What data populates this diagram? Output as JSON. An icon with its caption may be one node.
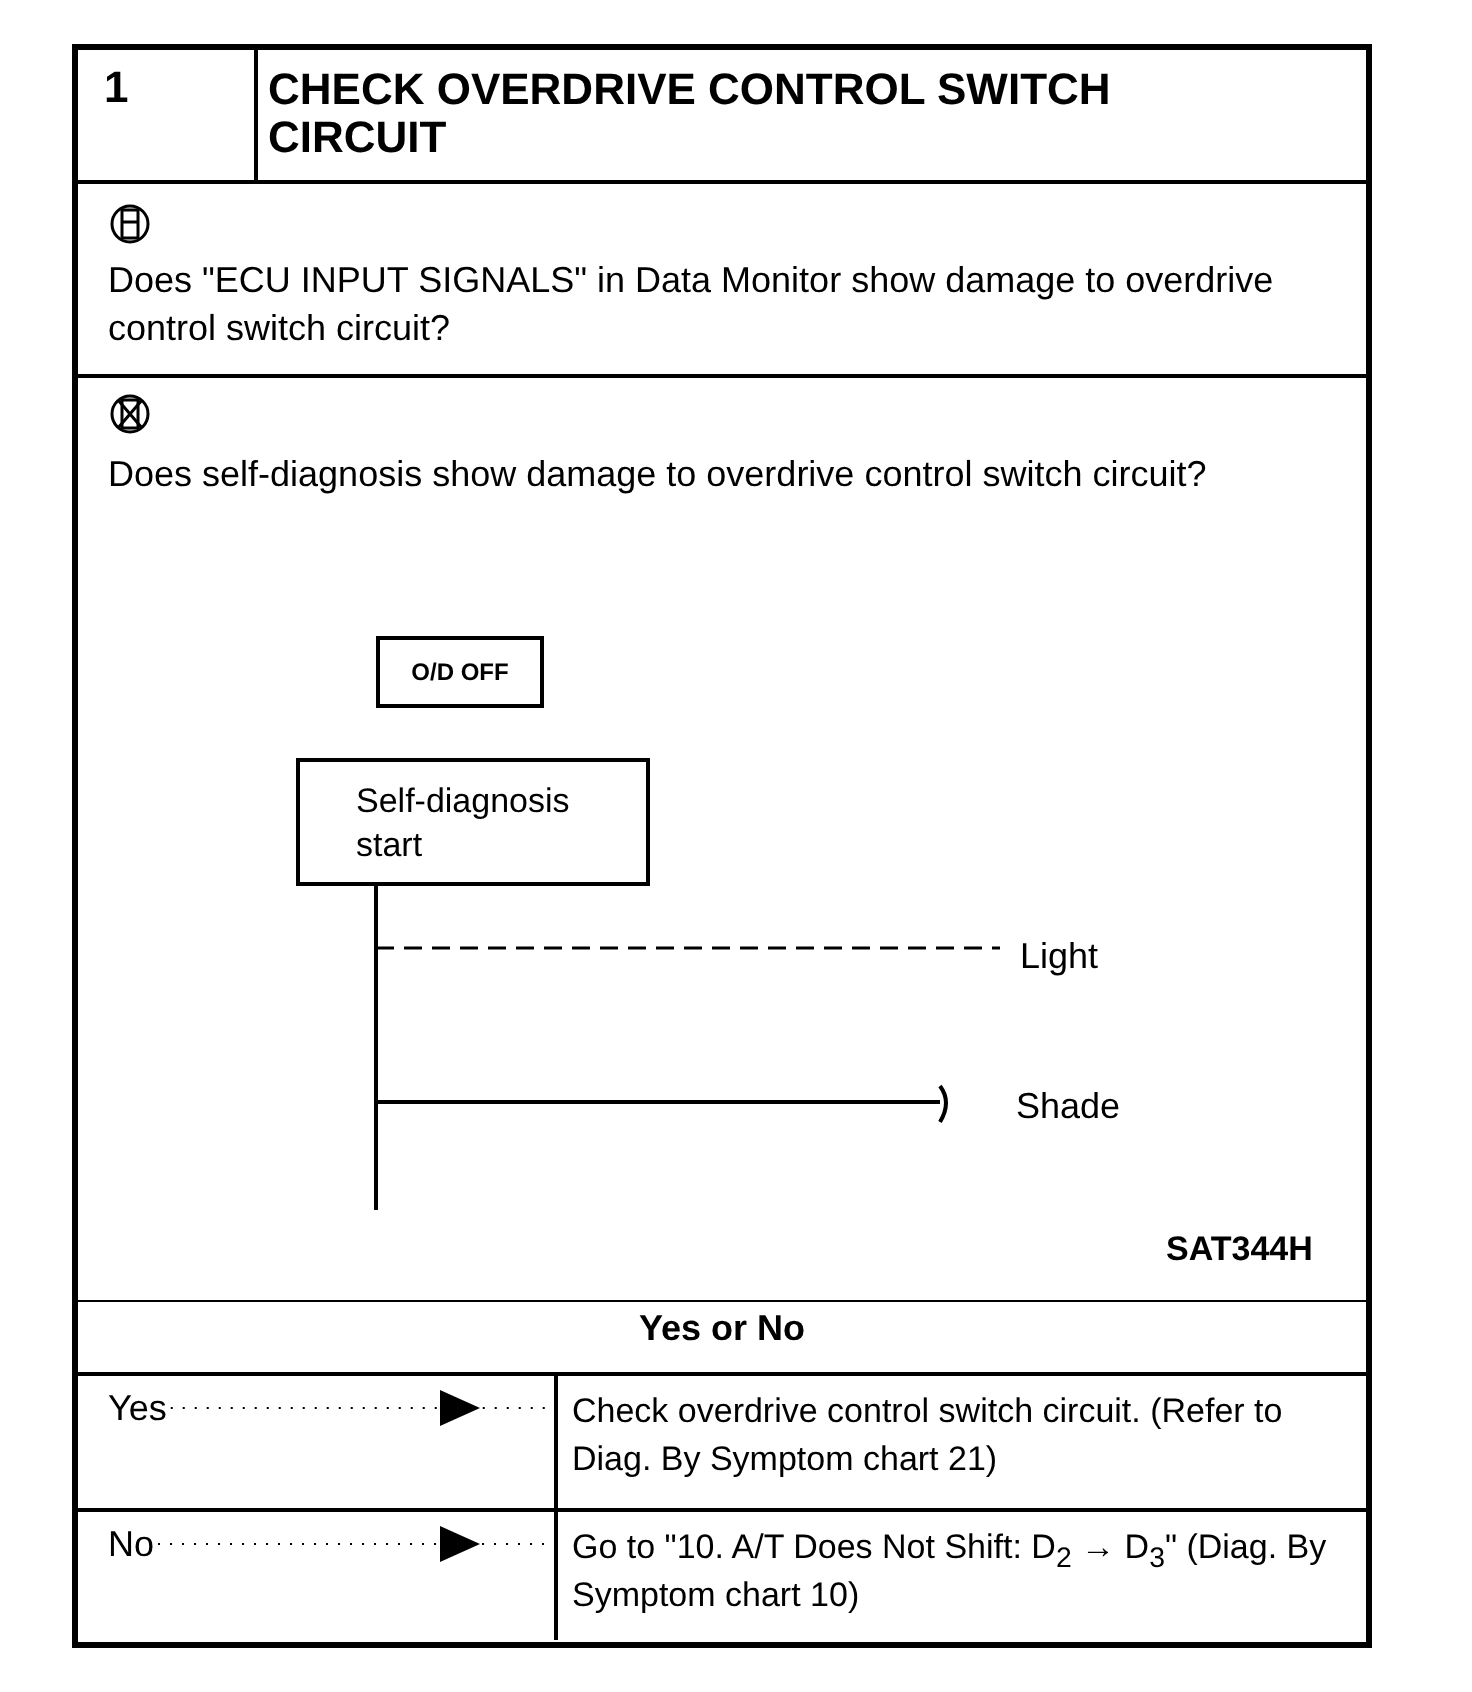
{
  "diagram": {
    "nodes": [
      {
        "text": [
          "O/D OFF"
        ]
      },
      {
        "text": [
          "Self-diagnosis start"
        ]
      },
      {
        "text": [
          "Yes"
        ]
      },
      {
        "text": [
          "Check overdrive control switch circuit. (Refer to Diag. By Symptom chart 21)"
        ]
      },
      {
        "text": [
          "No"
        ]
      },
      {
        "text": [
          "Go to \"10. A/T Does Not Shift: D$_{2}$ → D$_{3}$\"  (Diag. By Symptom chart 10)"
        ]
      }
    ],
    "edges": [
      {
        "from": 2,
        "to": 3,
        "arrow": "to"
      },
      {
        "from": 4,
        "to": 5,
        "arrow": "to"
      }
    ],
    "labels": [
      "1",
      "CHECK OVERDRIVE CONTROL SWITCH CIRCUIT",
      "Does \"ECU INPUT SIGNALS\" in Data Monitor show damage to overdrive control switch circuit?",
      "Does self-diagnosis show damage to overdrive control switch circuit?",
      "Light",
      "Shade",
      "SAT344H",
      "Yes or No"
    ]
  }
}
